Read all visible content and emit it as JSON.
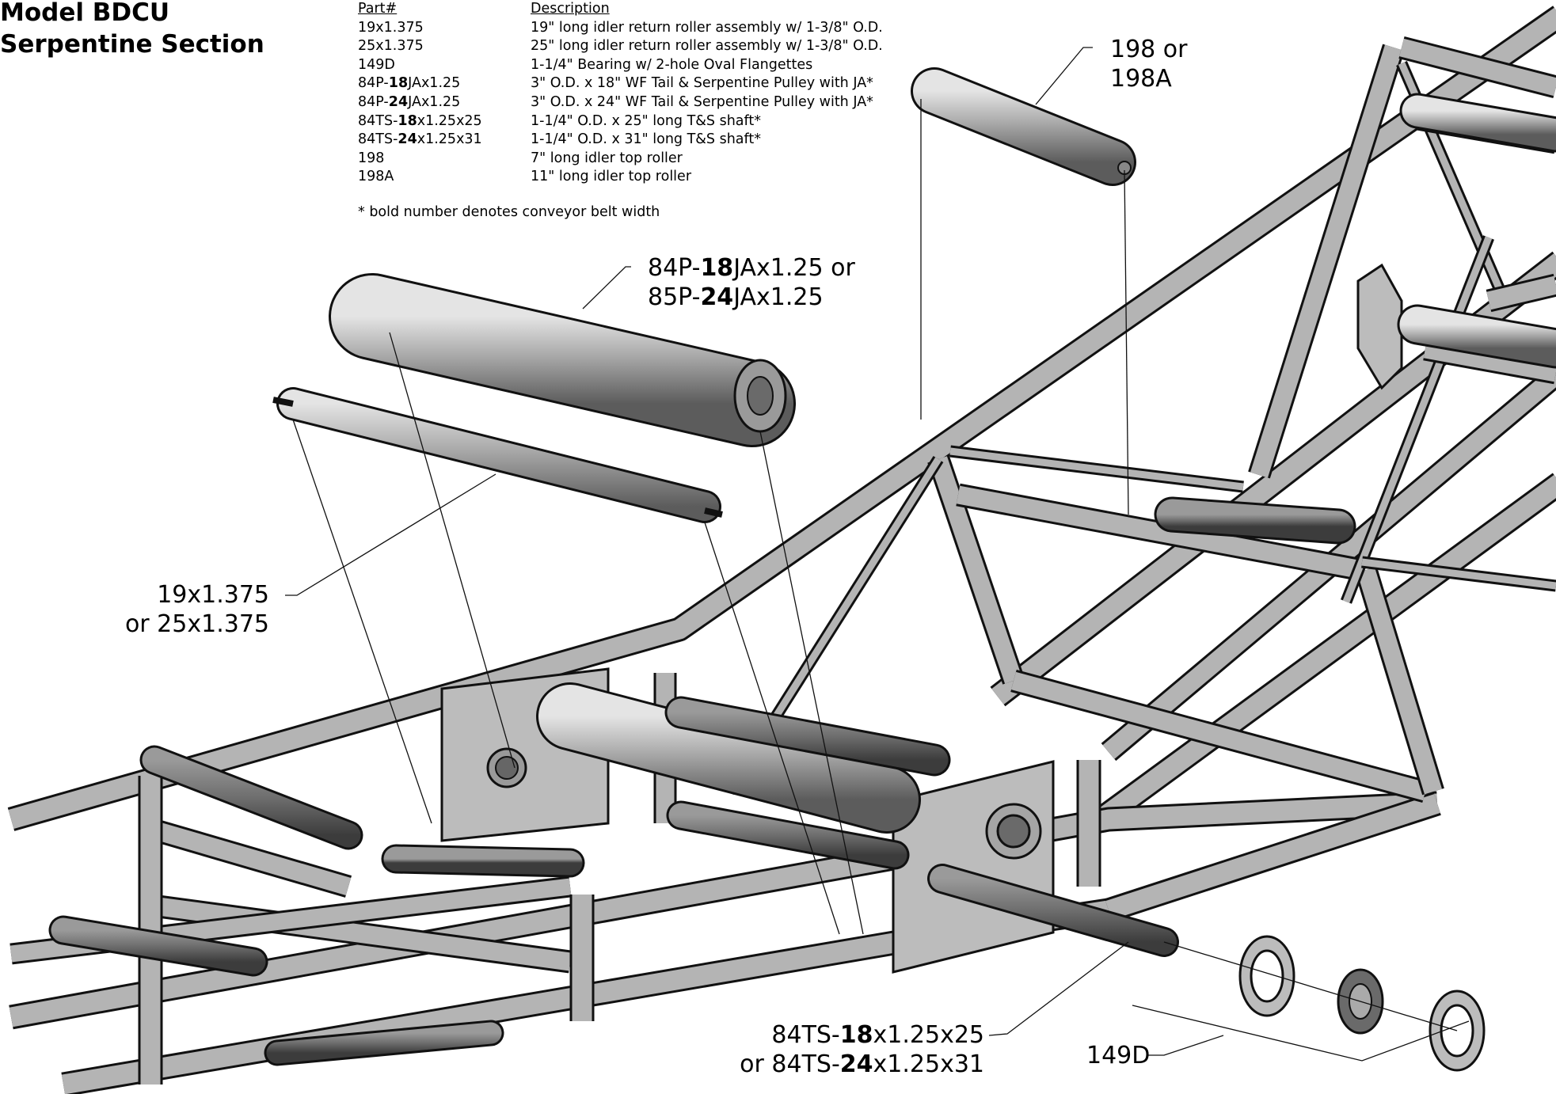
{
  "title": {
    "line1": "Model BDCU",
    "line2": "Serpentine Section"
  },
  "parts_table": {
    "header_part": "Part#",
    "header_description": "Description",
    "rows": [
      {
        "part": [
          "19x1.375"
        ],
        "description": "19\" long idler return roller assembly w/ 1-3/8\" O.D."
      },
      {
        "part": [
          "25x1.375"
        ],
        "description": "25\" long idler return roller assembly w/ 1-3/8\" O.D."
      },
      {
        "part": [
          "149D"
        ],
        "description": "1-1/4\" Bearing w/ 2-hole Oval Flangettes"
      },
      {
        "part": [
          "84P-",
          "18",
          "JAx1.25"
        ],
        "description": "3\" O.D. x 18\" WF Tail & Serpentine Pulley with JA*"
      },
      {
        "part": [
          "84P-",
          "24",
          "JAx1.25"
        ],
        "description": "3\" O.D. x 24\" WF Tail & Serpentine Pulley with JA*"
      },
      {
        "part": [
          "84TS-",
          "18",
          "x1.25x25"
        ],
        "description": "1-1/4\" O.D. x 25\" long T&S shaft*"
      },
      {
        "part": [
          "84TS-",
          "24",
          "x1.25x31"
        ],
        "description": "1-1/4\" O.D. x 31\" long T&S shaft*"
      },
      {
        "part": [
          "198"
        ],
        "description": "7\" long idler top roller"
      },
      {
        "part": [
          "198A"
        ],
        "description": "11\" long idler top roller"
      }
    ],
    "footnote": "* bold number denotes conveyor belt width"
  },
  "callouts": {
    "top_roller": {
      "line1": "198 or",
      "line2": "198A"
    },
    "pulley": {
      "l1_pre": "84P-",
      "l1_bold": "18",
      "l1_post": "JAx1.25 or",
      "l2_pre": "85P-",
      "l2_bold": "24",
      "l2_post": "JAx1.25"
    },
    "return_roller": {
      "line1": "19x1.375",
      "line2": "or 25x1.375"
    },
    "shaft": {
      "l1_pre": "84TS-",
      "l1_bold": "18",
      "l1_post": "x1.25x25",
      "l2_pre": "or 84TS-",
      "l2_bold": "24",
      "l2_post": "x1.25x31"
    },
    "bearing": {
      "line1": "149D"
    }
  },
  "colors": {
    "frame": "#b5b5b5",
    "plate": "#bcbcbc",
    "outline": "#111111"
  }
}
